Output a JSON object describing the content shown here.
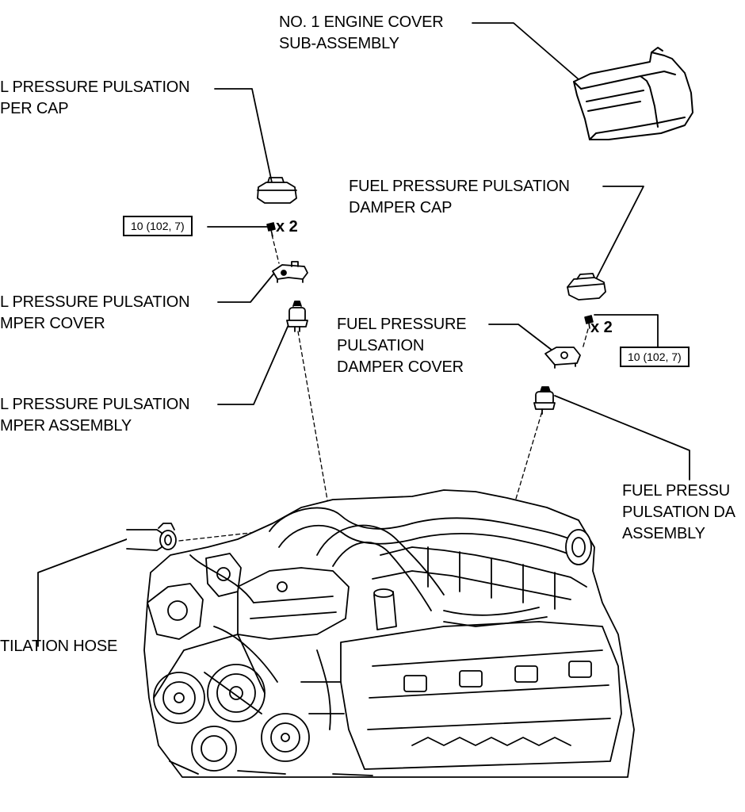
{
  "labels": {
    "engine_cover": [
      "NO. 1 ENGINE COVER",
      "SUB-ASSEMBLY"
    ],
    "cap_left": [
      "L PRESSURE PULSATION",
      "PER CAP"
    ],
    "cover_left": [
      "L PRESSURE PULSATION",
      "MPER COVER"
    ],
    "assembly_left": [
      "L PRESSURE PULSATION",
      "MPER ASSEMBLY"
    ],
    "ventilation_hose": [
      "TILATION HOSE"
    ],
    "cap_right": [
      "FUEL PRESSURE PULSATION",
      "DAMPER CAP"
    ],
    "cover_right": [
      "FUEL PRESSURE",
      "PULSATION",
      "DAMPER COVER"
    ],
    "assembly_right": [
      "FUEL PRESSU",
      "PULSATION DA",
      "ASSEMBLY"
    ]
  },
  "torque": {
    "left": "10 (102, 7)",
    "right": "10 (102, 7)"
  },
  "quantity": {
    "left": "x 2",
    "right": "x 2"
  },
  "icons": [
    "engine-cover-icon",
    "damper-cap-icon",
    "bolt-icon",
    "damper-cover-icon",
    "damper-assembly-icon",
    "ventilation-hose-icon",
    "engine-block-icon"
  ],
  "colors": {
    "ink": "#000000",
    "paper": "#ffffff"
  }
}
